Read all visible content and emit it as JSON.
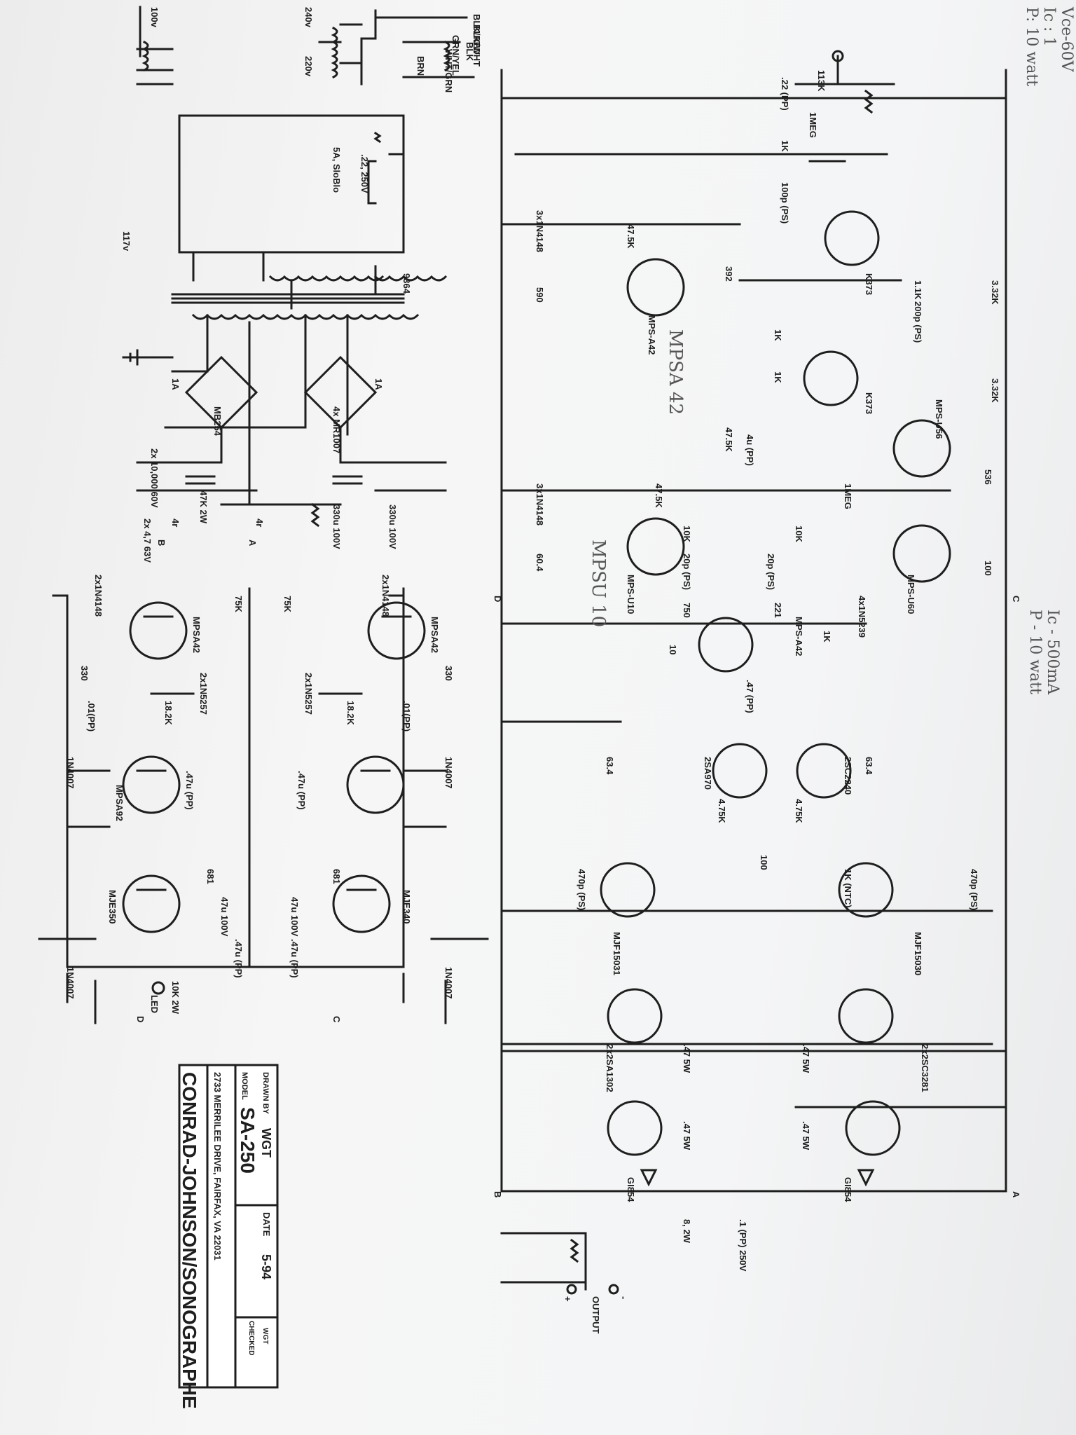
{
  "title_block": {
    "company": "CONRAD-JOHNSON/SONOGRAPHE",
    "address": "2733 MERRILEE DRIVE, FAIRFAX, VA 22031",
    "model_label": "MODEL",
    "model": "SA-250",
    "drawn_by_label": "DRAWN BY",
    "drawn_by": "WGT",
    "date_label": "DATE",
    "date": "5-94",
    "checked_label": "CHECKED",
    "checked_by": "WGT"
  },
  "handwriting": {
    "top_right_1": "Vce-60V",
    "top_right_2": "Ic : 1",
    "top_right_3": "P: 10 watt",
    "mid_right_1": "Ic - 500mA",
    "mid_right_2": "P - 10 watt",
    "note_mpsa42": "MPSA 42",
    "note_mpsu10": "MPSU 10"
  },
  "power_supply": {
    "voltages": [
      "100v",
      "240v",
      "220v",
      "117v"
    ],
    "wire_colors": [
      "BLK/RED",
      "BLK/WHT",
      "GRN/YEL",
      "BLK",
      "WHT/GRN",
      "BRN"
    ],
    "fuse": "5A, SloBlo",
    "line_cap": ".22, 250V",
    "transformer": "9364",
    "fuse_1a_left": "1A",
    "fuse_1a_right": "1A",
    "bridge_left": "MB254",
    "bridge_right": "4x MR1007",
    "filter_caps": "2x 10,000 60V",
    "bleeder": "47K 2W",
    "filter_caps_2": "2x 4,7 63V",
    "cap_330_a": "330u 100V",
    "cap_330_b": "330u 100V",
    "inductor_4r_a": "4r",
    "inductor_4r_b": "4r",
    "node_b": "B",
    "node_a": "A"
  },
  "regulator": {
    "diodes_2x_left": "2x1N4148",
    "diodes_2x_right": "2x1N4148",
    "res_75k_a": "75K",
    "res_75k_b": "75K",
    "q_mpsa42_a": "MPSA42",
    "q_mpsa42_b": "MPSA42",
    "res_330_a": "330",
    "res_330_b": "330",
    "zener_a": "2x1N5257",
    "zener_b": "2x1N5257",
    "cap_01_a": ".01(PP)",
    "cap_01_b": ".01(PP)",
    "res_182k_a": "18.2K",
    "res_182k_b": "18.2K",
    "diode_1n4007_a": "1N4007",
    "diode_1n4007_b": "1N4007",
    "diode_1n4007_c": "1N4007",
    "diode_1n4007_d": "1N4007",
    "cap_47_a": ".47u (PP)",
    "cap_47_b": ".47u (PP)",
    "q_mpsa92": "MPSA92",
    "q_mje350": "MJE350",
    "q_mje340": "MJE340",
    "res_681_a": "681",
    "res_681_b": "681",
    "cap_47u_a": "47u 100V",
    "cap_47u_b": "47u 100V",
    "cap_47pp_a": ".47u (PP)",
    "cap_47pp_b": ".47u (PP)",
    "led_res": "10K 2W",
    "led": "LED",
    "node_d": "D",
    "node_c": "C"
  },
  "amplifier": {
    "res_113k": "113K",
    "cap_input": ".22 (PP)",
    "res_1meg_in": "1MEG",
    "res_1k_in": "1K",
    "cap_100p": "100p (PS)",
    "diodes_3x_a": "3x1N4148",
    "diodes_3x_b": "3x1N4148",
    "res_475k_a": "47.5K",
    "res_475k_b": "47.5K",
    "res_475k_c": "47.5K",
    "res_590": "590",
    "q_mps_a42": "MPS-A42",
    "res_392": "392",
    "jfet_k373_a": "K373",
    "jfet_k373_b": "K373",
    "res_11k": "1.1K",
    "cap_200p": "200p (PS)",
    "res_332k_a": "3.32K",
    "res_332k_b": "3.32K",
    "trim_1k": "1K",
    "res_1k_b": "1K",
    "cap_4u": "4u (PP)",
    "q_mps_u56": "MPS-U56",
    "res_536": "536",
    "res_1meg_b": "1MEG",
    "res_10k_a": "10K",
    "res_10k_b": "10K",
    "cap_20p_a": "20p (PS)",
    "cap_20p_b": "20p (PS)",
    "res_604": "60.4",
    "q_mps_u10": "MPS-U10",
    "q_mps_u60": "MPS-U60",
    "res_100_out": "100",
    "diodes_4x": "4x1N5239",
    "res_750": "750",
    "res_221": "221",
    "res_10": "10",
    "q_mps_a42_b": "MPS-A42",
    "trim_1k_b": "1K",
    "cap_47pp": ".47 (PP)",
    "res_634_a": "63.4",
    "res_634_b": "63.4",
    "q_2sa970": "2SA970",
    "q_2sc2240": "2SC2240",
    "res_475k_d": "4.75K",
    "res_475k_e": "4.75K",
    "res_100_mid": "100",
    "ntc": "1K (NTC)",
    "cap_470p_a": "470p (PS)",
    "cap_470p_b": "470p (PS)",
    "q_mjf15031": "MJF15031",
    "q_mjf15030": "MJF15030",
    "q_2sa1302": "2x2SA1302",
    "q_2sc3281": "2x2SC3281",
    "res_47_5w_a": ".47 5W",
    "res_47_5w_b": ".47 5W",
    "res_47_5w_c": ".47 5W",
    "res_47_5w_d": ".47 5W",
    "diode_gi854_a": "GI854",
    "diode_gi854_b": "GI854",
    "zobel_res": "8, 2W",
    "zobel_cap": ".1 (PP) 250V",
    "output_label": "OUTPUT",
    "plus": "+",
    "minus": "-",
    "node_b": "B",
    "node_a": "A",
    "node_c": "C",
    "node_d": "D"
  }
}
